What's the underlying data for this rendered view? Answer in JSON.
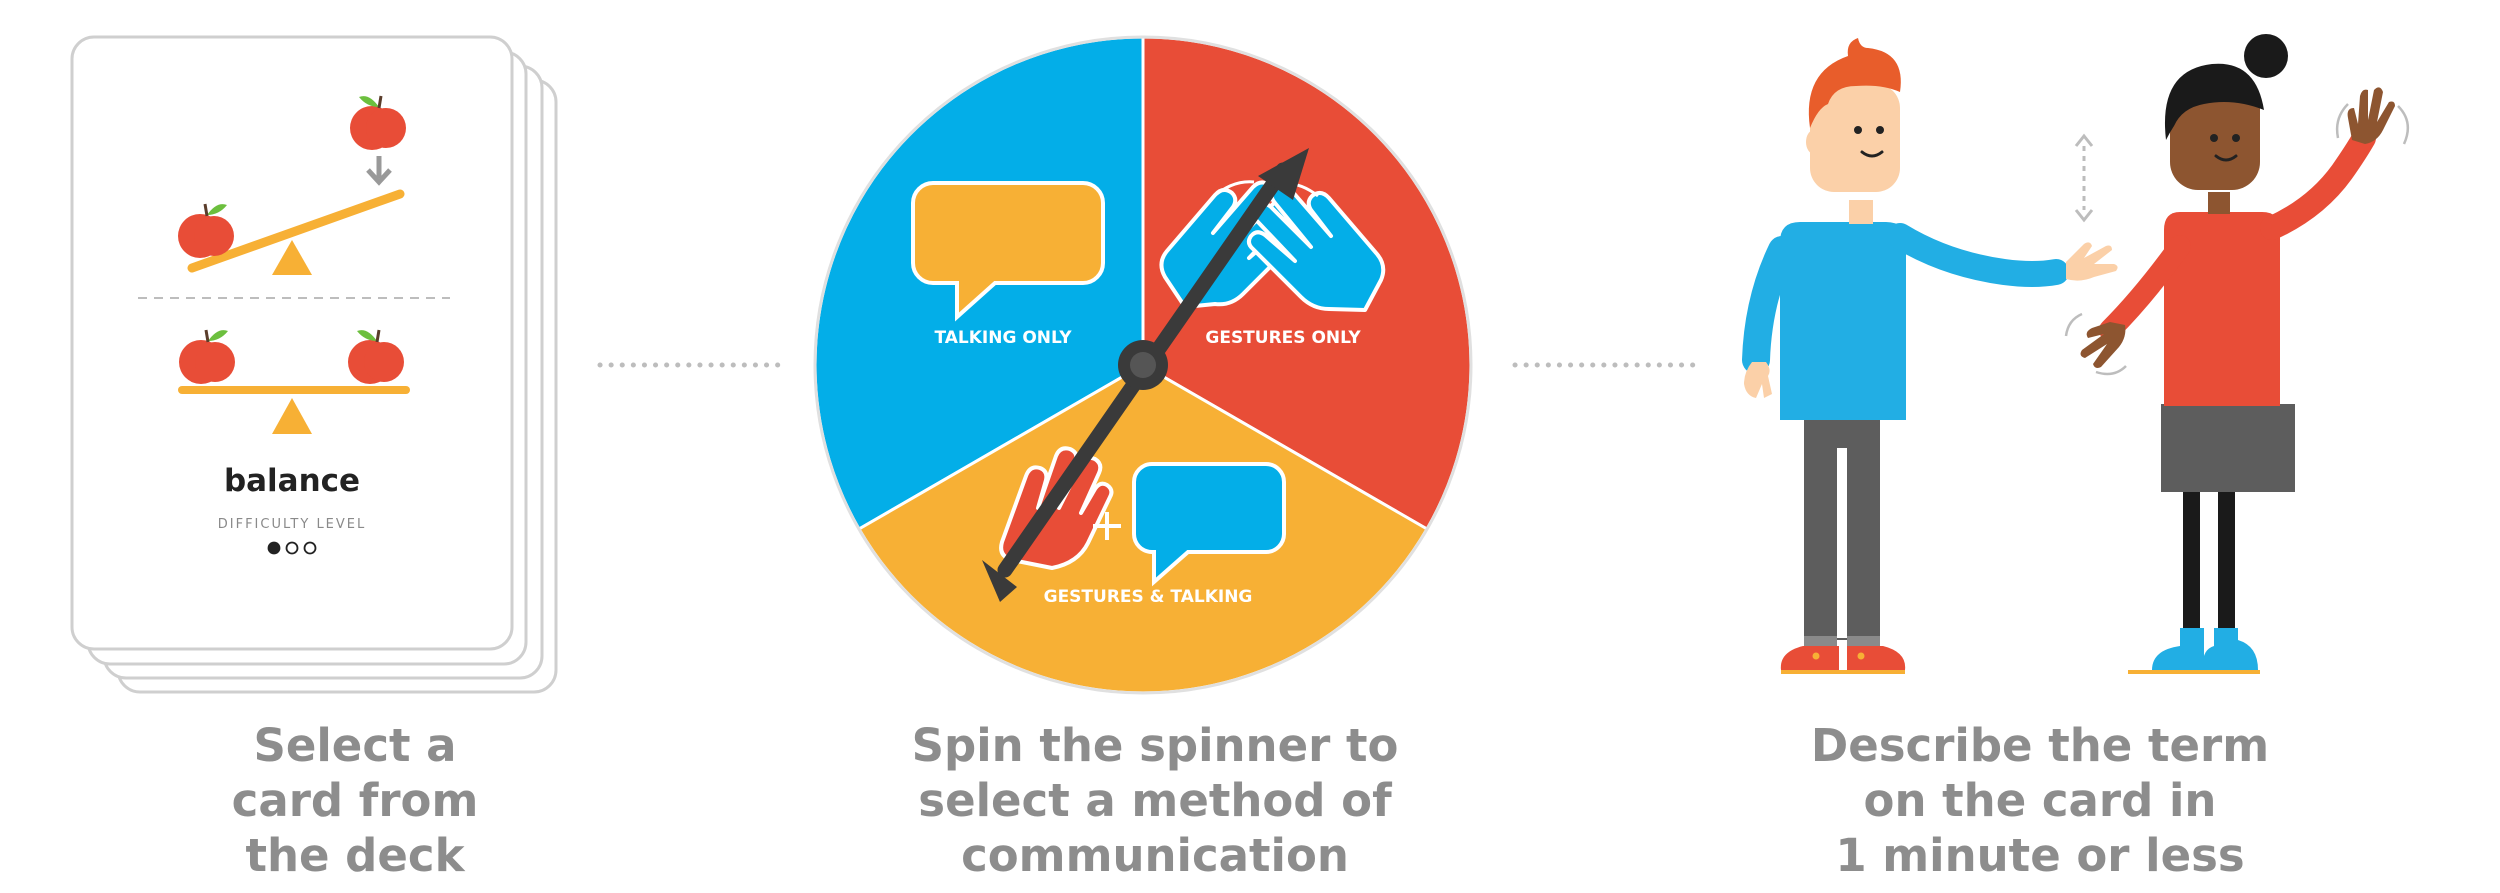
{
  "card": {
    "term": "balance",
    "difficulty_label": "DIFFICULTY LEVEL",
    "difficulty_level": 1,
    "difficulty_max": 3
  },
  "spinner": {
    "segments": [
      {
        "label": "TALKING ONLY",
        "color": "#03aee8"
      },
      {
        "label": "GESTURES ONLY",
        "color": "#e84d37"
      },
      {
        "label": "GESTURES & TALKING",
        "color": "#f7b035"
      }
    ]
  },
  "steps": [
    {
      "lines": [
        "Select a",
        "card from",
        "the deck"
      ]
    },
    {
      "lines": [
        "Spin the spinner to",
        "select a method of",
        "communication"
      ]
    },
    {
      "lines": [
        "Describe the term",
        "on the card in",
        "1 minute or less"
      ]
    }
  ],
  "colors": {
    "blue": "#03aee8",
    "red": "#e84d37",
    "yellow": "#f7b035",
    "caption_gray": "#8d8d8d",
    "dark": "#3a3a3a"
  }
}
